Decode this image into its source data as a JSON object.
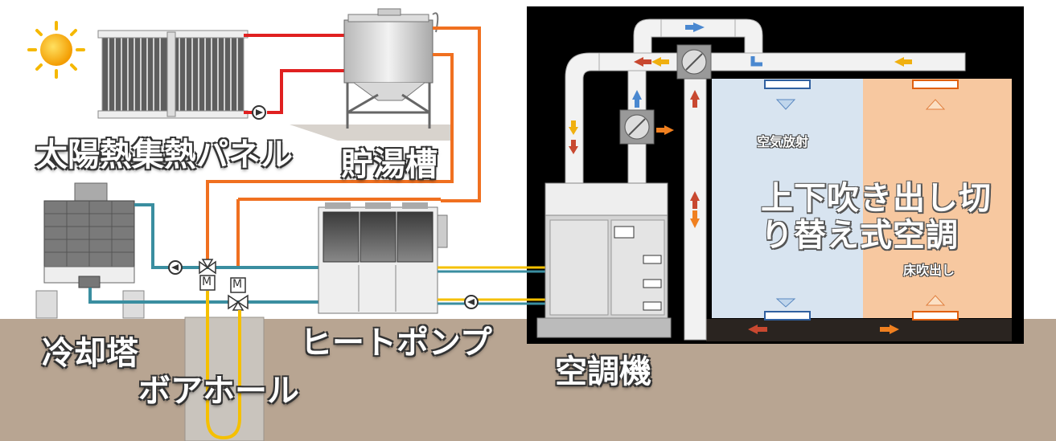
{
  "labels": {
    "solar_panel": "太陽熱集熱パネル",
    "storage_tank": "貯湯槽",
    "cooling_tower": "冷却塔",
    "heat_pump": "ヒートポンプ",
    "borehole": "ボアホール",
    "air_conditioner": "空調機",
    "room_line1": "上下吹き出し切",
    "room_line2": "り替え式空調",
    "air_radiation": "空気放射",
    "floor_outlet": "床吹出し",
    "valve_marker": "M"
  },
  "colors": {
    "hot_pipe": "#e02020",
    "warm_pipe": "#f07020",
    "cold_pipe": "#3a8ea0",
    "ground_pipe": "#f5c000",
    "ground": "#b8a592",
    "room_black": "#000000",
    "cool_zone": "#d8e4f0",
    "warm_zone": "#f7c8a0",
    "arrow_blue": "#4a88d0",
    "arrow_red": "#c84830",
    "arrow_orange": "#f08020",
    "arrow_yellow": "#f0b010"
  }
}
